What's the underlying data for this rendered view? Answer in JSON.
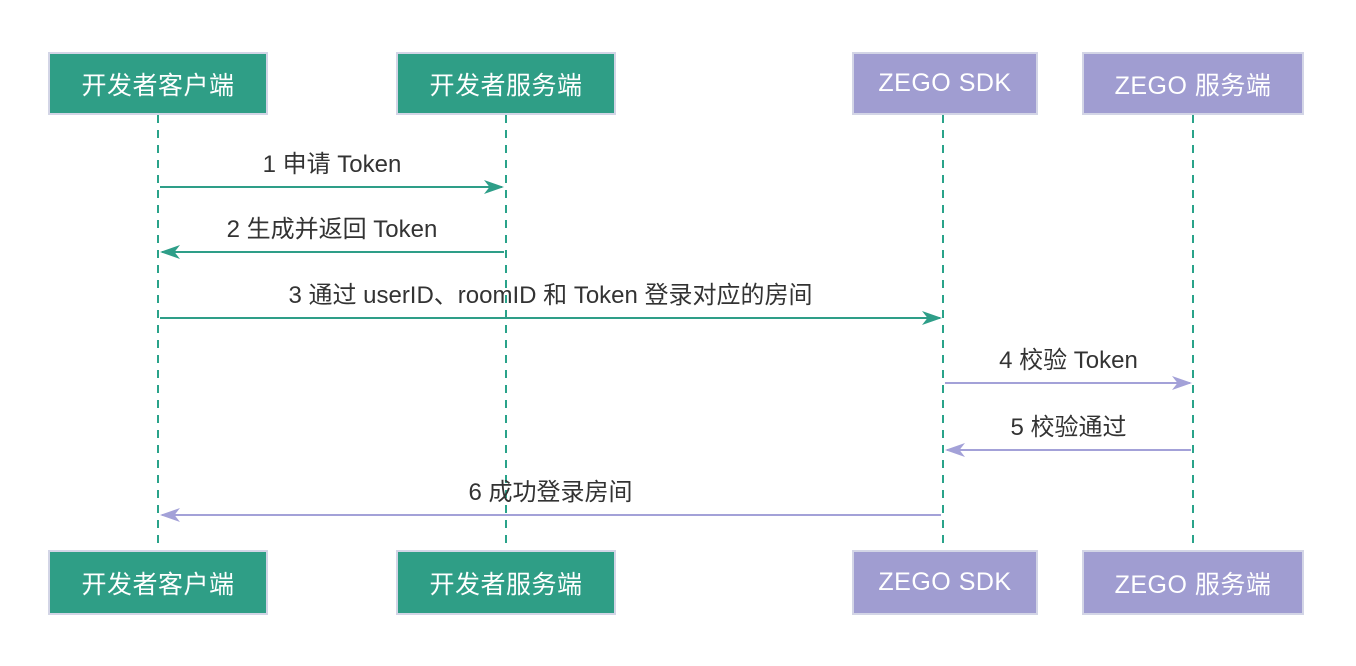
{
  "diagram_type": "sequence",
  "palette": {
    "actor_green": "#2f9e86",
    "actor_purple": "#a09dd1",
    "actor_border": "#d3d5e6",
    "actor_text": "#ffffff",
    "arrow_green": "#2e9e88",
    "arrow_purple": "#a3a1d8",
    "lifeline": "#2aa38a",
    "message_text": "#333333",
    "background": "#ffffff"
  },
  "actors": [
    {
      "id": "dev-client",
      "name": "开发者客户端",
      "color": "#2f9e86"
    },
    {
      "id": "dev-server",
      "name": "开发者服务端",
      "color": "#2f9e86"
    },
    {
      "id": "zego-sdk",
      "name": "ZEGO SDK",
      "color": "#a09dd1"
    },
    {
      "id": "zego-server",
      "name": "ZEGO 服务端",
      "color": "#a09dd1"
    }
  ],
  "messages": [
    {
      "seq": "1",
      "label": "1 申请 Token",
      "from": "开发者客户端",
      "to": "开发者服务端",
      "arrow_color": "green",
      "direction": "right"
    },
    {
      "seq": "2",
      "label": "2 生成并返回 Token",
      "from": "开发者服务端",
      "to": "开发者客户端",
      "arrow_color": "green",
      "direction": "left"
    },
    {
      "seq": "3",
      "label": "3 通过 userID、roomID 和 Token 登录对应的房间",
      "from": "开发者客户端",
      "to": "ZEGO SDK",
      "arrow_color": "green",
      "direction": "right"
    },
    {
      "seq": "4",
      "label": "4 校验 Token",
      "from": "ZEGO SDK",
      "to": "ZEGO 服务端",
      "arrow_color": "purple",
      "direction": "right"
    },
    {
      "seq": "5",
      "label": "5 校验通过",
      "from": "ZEGO 服务端",
      "to": "ZEGO SDK",
      "arrow_color": "purple",
      "direction": "left"
    },
    {
      "seq": "6",
      "label": "6 成功登录房间",
      "from": "ZEGO SDK",
      "to": "开发者客户端",
      "arrow_color": "purple",
      "direction": "left"
    }
  ]
}
